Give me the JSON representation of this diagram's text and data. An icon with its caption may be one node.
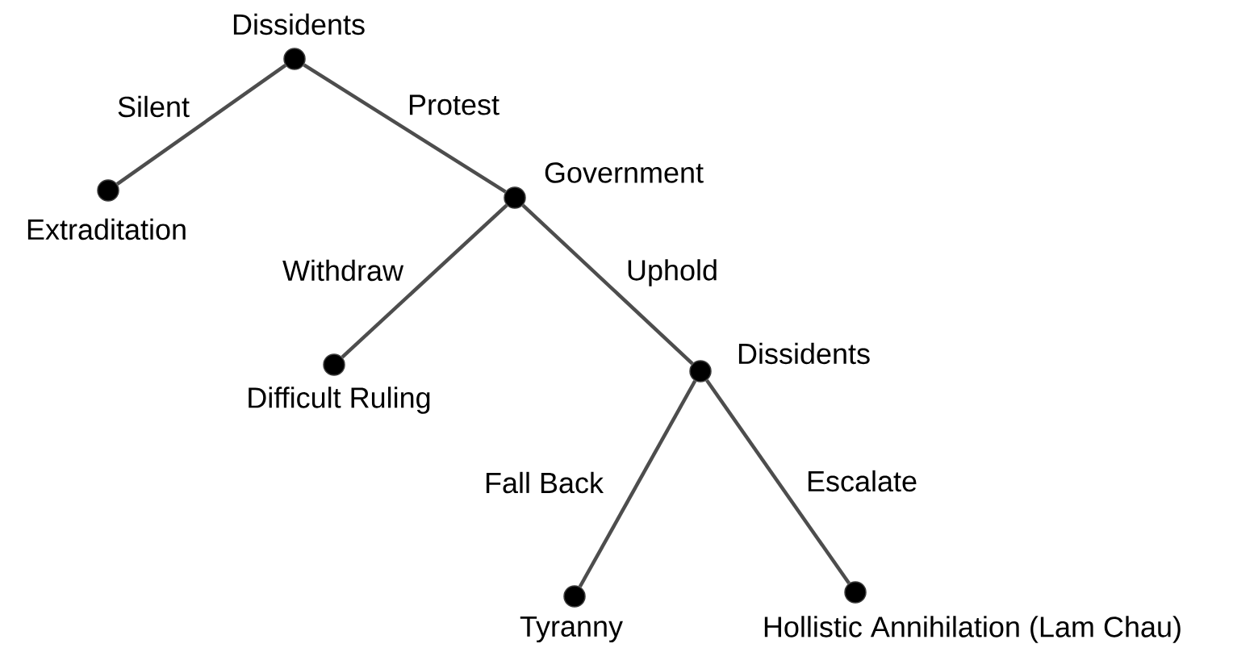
{
  "diagram": {
    "nodes": [
      {
        "text": [
          "Dissidents"
        ]
      },
      {
        "text": [
          "Extraditation"
        ]
      },
      {
        "text": [
          "Government"
        ]
      },
      {
        "text": [
          "Difficult Ruling"
        ]
      },
      {
        "text": [
          "Dissidents"
        ]
      },
      {
        "text": [
          "Tyranny"
        ]
      },
      {
        "text": [
          "Hollistic Annihilation (Lam Chau)"
        ]
      }
    ],
    "edges": [
      {
        "from": 0,
        "to": 1,
        "arrow": "none",
        "label": "Silent"
      },
      {
        "from": 0,
        "to": 2,
        "arrow": "none",
        "label": "Protest"
      },
      {
        "from": 2,
        "to": 3,
        "arrow": "none",
        "label": "Withdraw"
      },
      {
        "from": 2,
        "to": 4,
        "arrow": "none",
        "label": "Uphold"
      },
      {
        "from": 4,
        "to": 5,
        "arrow": "none",
        "label": "Fall Back"
      },
      {
        "from": 4,
        "to": 6,
        "arrow": "none",
        "label": "Escalate"
      }
    ]
  }
}
